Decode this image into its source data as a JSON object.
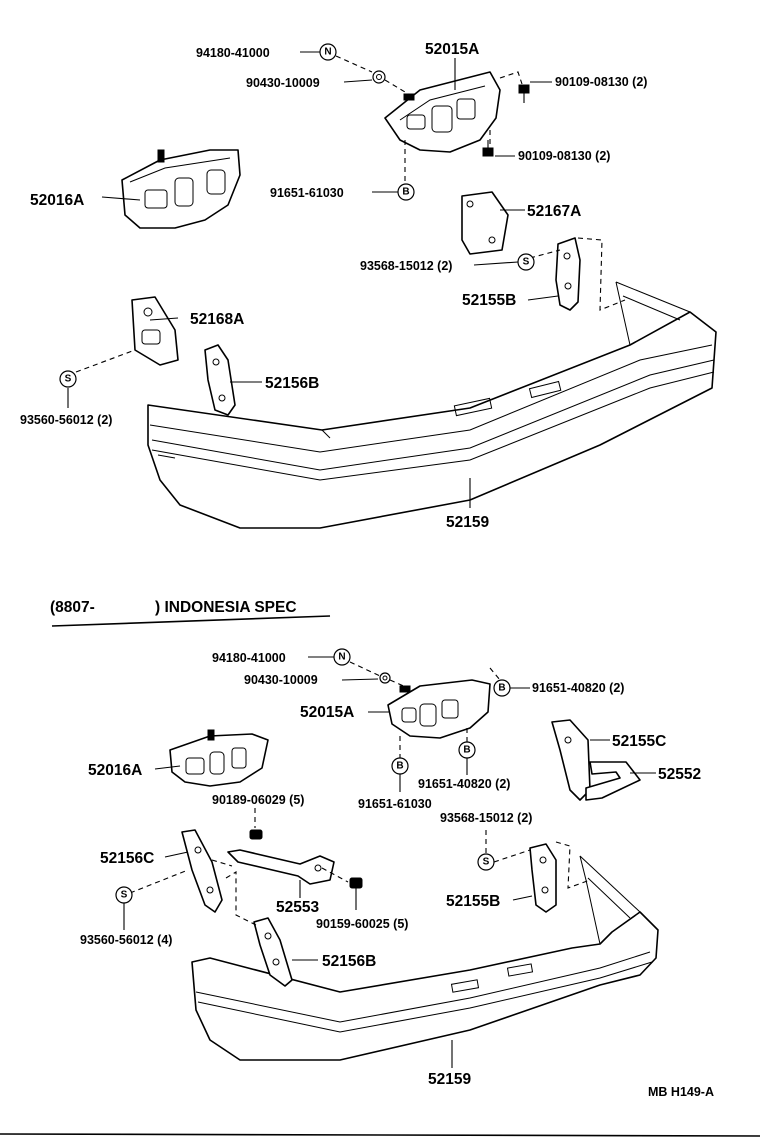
{
  "top": {
    "labels": {
      "p94180": "94180-41000",
      "p90430": "90430-10009",
      "p52015A": "52015A",
      "p90109a": "90109-08130 (2)",
      "p90109b": "90109-08130 (2)",
      "p52016A": "52016A",
      "p91651": "91651-61030",
      "p52167A": "52167A",
      "p93568": "93568-15012 (2)",
      "p52155B": "52155B",
      "p52168A": "52168A",
      "p52156B": "52156B",
      "p93560": "93560-56012 (2)",
      "p52159": "52159"
    }
  },
  "section_heading": {
    "open": "(8807-",
    "close": ") INDONESIA  SPEC"
  },
  "bottom": {
    "labels": {
      "p94180": "94180-41000",
      "p90430": "90430-10009",
      "p91651_40820a": "91651-40820 (2)",
      "p52015A": "52015A",
      "p52016A": "52016A",
      "p91651_61030": "91651-61030",
      "p91651_40820b": "91651-40820 (2)",
      "p52155C": "52155C",
      "p52552": "52552",
      "p90189": "90189-06029 (5)",
      "p93568": "93568-15012 (2)",
      "p52156C": "52156C",
      "p52553": "52553",
      "p90159": "90159-60025 (5)",
      "p52155B": "52155B",
      "p93560": "93560-56012 (4)",
      "p52156B": "52156B",
      "p52159": "52159"
    }
  },
  "symbols": {
    "n": "N",
    "b": "B",
    "s": "S"
  },
  "footer": {
    "code": "MB  H149-A"
  }
}
